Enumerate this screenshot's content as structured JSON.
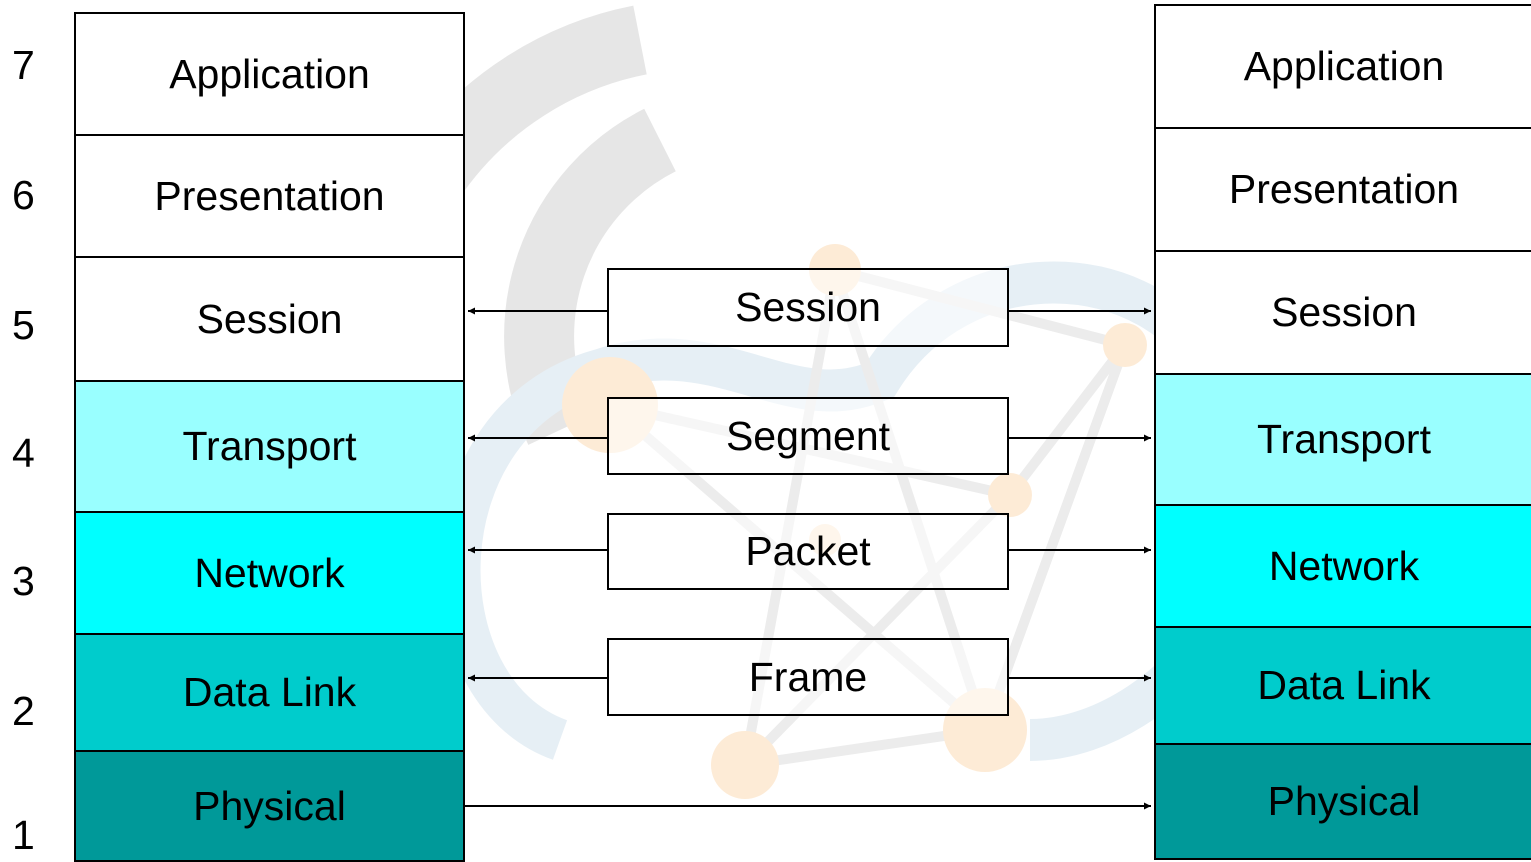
{
  "left_stack": {
    "layers": [
      {
        "label": "Application",
        "color": "#ffffff"
      },
      {
        "label": "Presentation",
        "color": "#ffffff"
      },
      {
        "label": "Session",
        "color": "#ffffff"
      },
      {
        "label": "Transport",
        "color": "#99ffff"
      },
      {
        "label": "Network",
        "color": "#00ffff"
      },
      {
        "label": "Data Link",
        "color": "#00cccc"
      },
      {
        "label": "Physical",
        "color": "#009999"
      }
    ]
  },
  "right_stack": {
    "layers": [
      {
        "label": "Application",
        "color": "#ffffff"
      },
      {
        "label": "Presentation",
        "color": "#ffffff"
      },
      {
        "label": "Session",
        "color": "#ffffff"
      },
      {
        "label": "Transport",
        "color": "#99ffff"
      },
      {
        "label": "Network",
        "color": "#00ffff"
      },
      {
        "label": "Data Link",
        "color": "#00cccc"
      },
      {
        "label": "Physical",
        "color": "#009999"
      }
    ]
  },
  "layer_numbers": [
    "7",
    "6",
    "5",
    "4",
    "3",
    "2",
    "1"
  ],
  "pdus": [
    {
      "label": "Session"
    },
    {
      "label": "Segment"
    },
    {
      "label": "Packet"
    },
    {
      "label": "Frame"
    }
  ]
}
